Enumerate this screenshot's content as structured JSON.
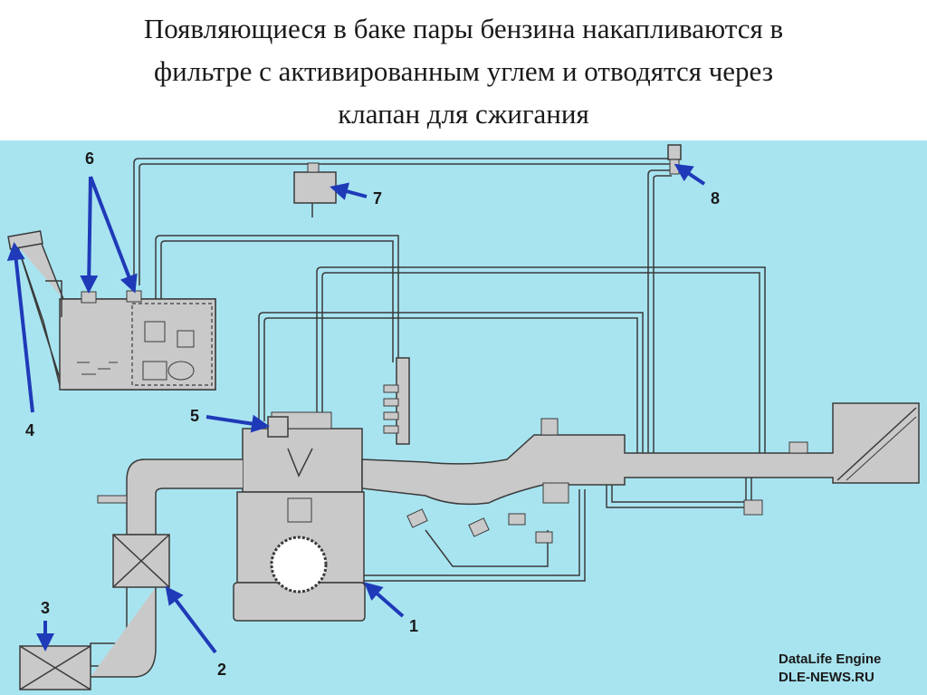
{
  "title": {
    "line1": "Появляющиеся в баке пары бензина накапливаются в",
    "line2": "фильтре с активированным углем и отводятся через",
    "line3": "клапан для сжигания"
  },
  "callouts": {
    "c1": "1",
    "c2": "2",
    "c3": "3",
    "c4": "4",
    "c5": "5",
    "c6": "6",
    "c7": "7",
    "c8": "8"
  },
  "watermark": {
    "line1": "DataLife Engine",
    "line2": "DLE-NEWS.RU"
  },
  "colors": {
    "background": "#a8e4f0",
    "component": "#c9c9c9",
    "outline": "#3a3a3a",
    "arrow": "#1f3ab8"
  }
}
